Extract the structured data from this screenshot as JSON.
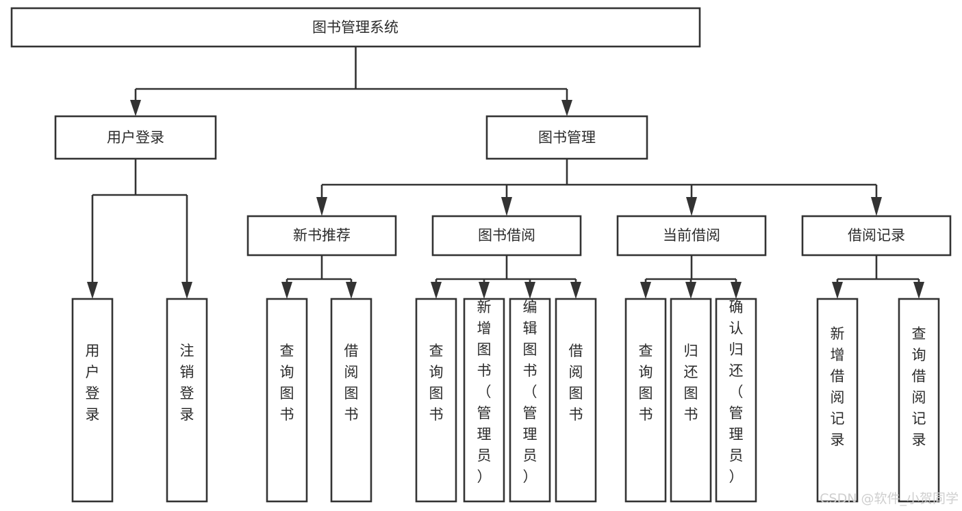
{
  "diagram": {
    "type": "tree-hierarchy",
    "title": "图书管理系统",
    "orientation": "top-down",
    "colors": {
      "stroke": "#333333",
      "box_fill": "#ffffff",
      "text": "#2b2b2b",
      "background": "#ffffff",
      "watermark": "#cfcfcf"
    },
    "root": {
      "label": "图书管理系统"
    },
    "level2": [
      {
        "label": "用户登录"
      },
      {
        "label": "图书管理"
      }
    ],
    "level3": [
      {
        "label": "新书推荐"
      },
      {
        "label": "图书借阅"
      },
      {
        "label": "当前借阅"
      },
      {
        "label": "借阅记录"
      }
    ],
    "leaves": {
      "user_login": [
        {
          "label": "用户登录"
        },
        {
          "label": "注销登录"
        }
      ],
      "new_book_recommend": [
        {
          "label": "查询图书"
        },
        {
          "label": "借阅图书"
        }
      ],
      "book_borrow": [
        {
          "label": "查询图书"
        },
        {
          "label": "新增图书（管理员）"
        },
        {
          "label": "编辑图书（管理员）"
        },
        {
          "label": "借阅图书"
        }
      ],
      "current_borrow": [
        {
          "label": "查询图书"
        },
        {
          "label": "归还图书"
        },
        {
          "label": "确认归还（管理员）"
        }
      ],
      "borrow_records": [
        {
          "label": "新增借阅记录"
        },
        {
          "label": "查询借阅记录"
        }
      ]
    }
  },
  "watermark": {
    "text": "CSDN @软件_小贺同学"
  }
}
